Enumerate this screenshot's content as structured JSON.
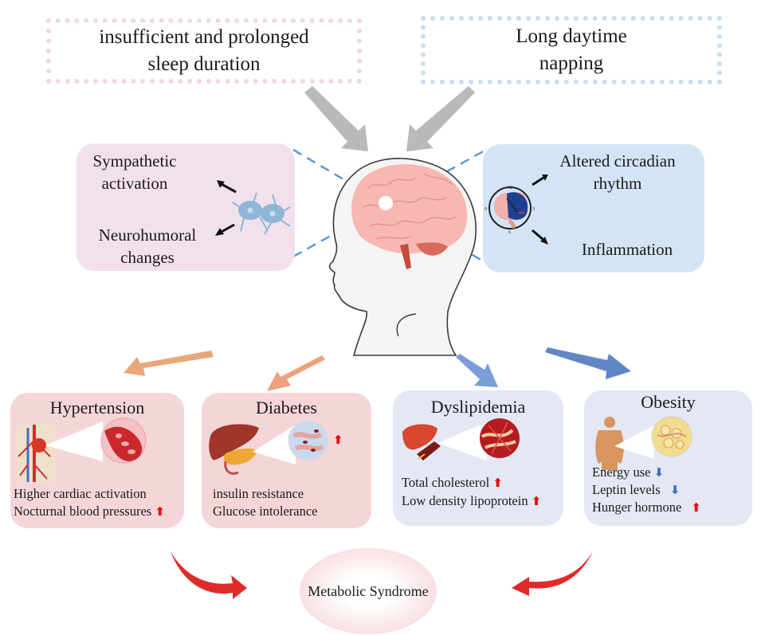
{
  "causes": [
    {
      "label_line1": "insufficient and prolonged",
      "label_line2": "sleep duration",
      "color": "#f0d8e4"
    },
    {
      "label_line1": "Long daytime",
      "label_line2": "napping",
      "color": "#c9def2"
    }
  ],
  "mechanisms_left": {
    "items": [
      "Sympathetic activation",
      "Neurohumoral changes"
    ],
    "line1a": "Sympathetic",
    "line1b": "activation",
    "line2a": "Neurohumoral",
    "line2b": "changes",
    "icon": "neuron-icon",
    "color": "#f2e1ec"
  },
  "mechanisms_right": {
    "line1a": "Altered circadian",
    "line1b": "rhythm",
    "line2": "Inflammation",
    "icon": "brain-clock-icon",
    "clock_numbers": [
      "12",
      "3",
      "6",
      "9"
    ],
    "color": "#d3e5f5"
  },
  "center": {
    "icon": "human-head-brain-icon"
  },
  "conditions": [
    {
      "title": "Hypertension",
      "icon": "circulatory-system-icon",
      "detail_icon": "red-blood-cells-icon",
      "lines": [
        {
          "text": "Higher cardiac activation",
          "trend": ""
        },
        {
          "text": "Nocturnal blood pressures",
          "trend": "up"
        }
      ],
      "color": "#f5d6d8"
    },
    {
      "title": "Diabetes",
      "icon": "liver-pancreas-icon",
      "detail_icon": "pancreatic-tissue-icon",
      "detail_trend": "up",
      "lines": [
        {
          "text": "insulin resistance",
          "trend": ""
        },
        {
          "text": "Glucose intolerance",
          "trend": ""
        }
      ],
      "color": "#f5d6d8"
    },
    {
      "title": "Dyslipidemia",
      "icon": "liver-artery-icon",
      "detail_icon": "arterial-plaque-icon",
      "lines": [
        {
          "text": "Total cholesterol",
          "trend": "up"
        },
        {
          "text": "Low density lipoprotein",
          "trend": "up"
        }
      ],
      "color": "#e4e8f5"
    },
    {
      "title": "Obesity",
      "icon": "obese-body-icon",
      "detail_icon": "adipose-tissue-icon",
      "lines": [
        {
          "text": "Energy use",
          "trend": "down"
        },
        {
          "text": "Leptin levels",
          "trend": "down"
        },
        {
          "text": "Hunger hormone",
          "trend": "up"
        }
      ],
      "color": "#e4e8f5"
    }
  ],
  "outcome": {
    "label": "Metabolic Syndrome"
  },
  "trend_glyphs": {
    "up": "⬆",
    "down": "⬇"
  },
  "colors": {
    "cause_arrows": "#b8b8b8",
    "orange_arrows": "#e8a77a",
    "blue_arrows": "#6f93cc",
    "red_arrows": "#e02a2a",
    "dashed_lines": "#5a9ad8"
  }
}
